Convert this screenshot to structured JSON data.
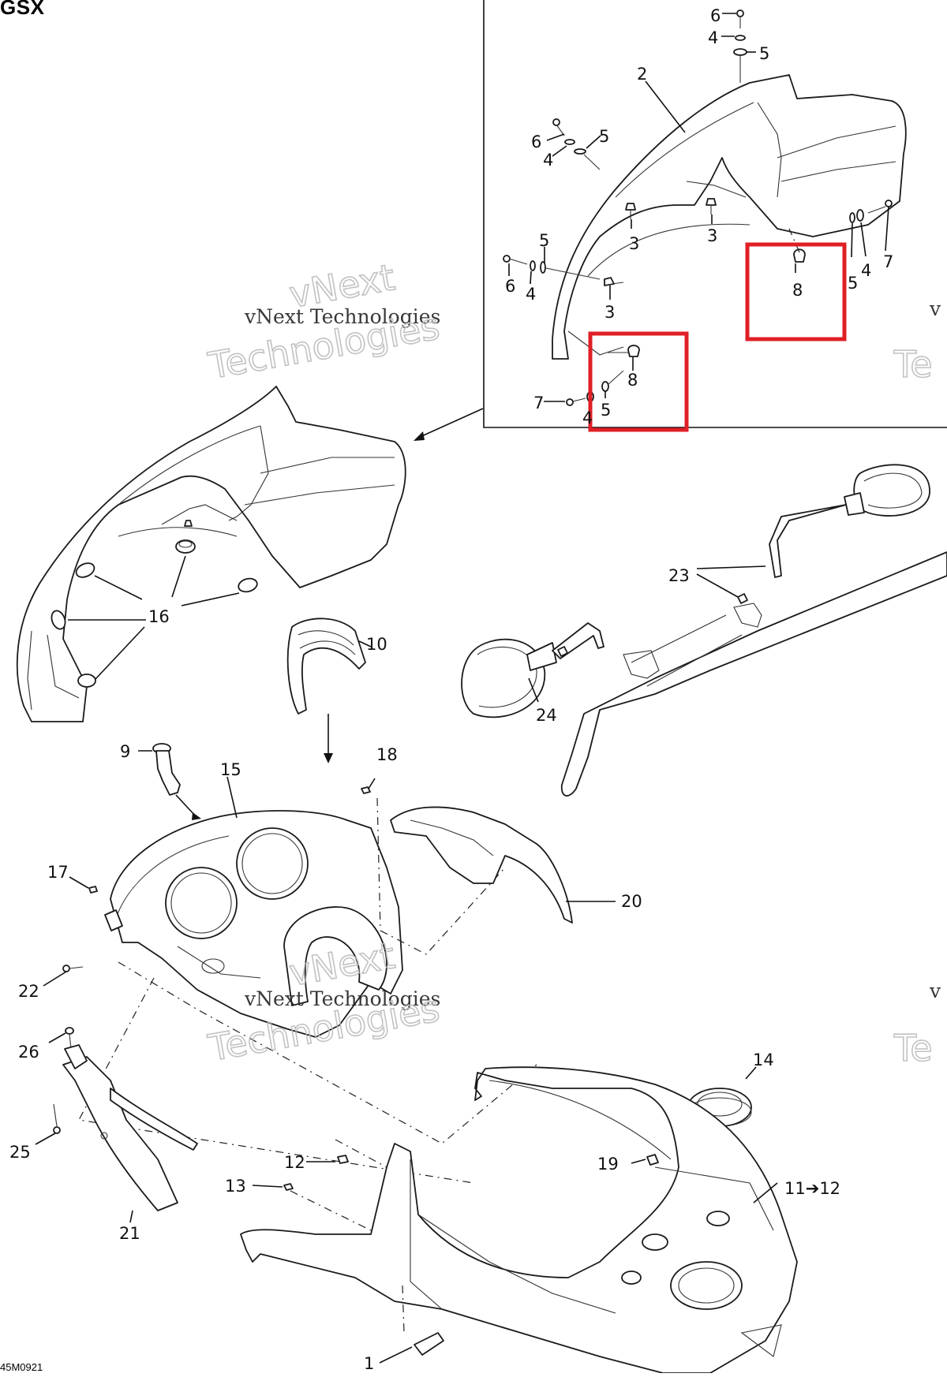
{
  "diagram": {
    "model_label": "GSX",
    "drawing_code": "45M0921",
    "watermark_line1": "vNext Technologies",
    "watermark_line2": "vNext",
    "watermark_line3": "Technologies",
    "watermark_side": "v",
    "watermark_side2": "Te",
    "callouts": [
      {
        "id": "c-6a",
        "text": "6"
      },
      {
        "id": "c-4a",
        "text": "4"
      },
      {
        "id": "c-5a",
        "text": "5"
      },
      {
        "id": "c-2",
        "text": "2"
      },
      {
        "id": "c-6b",
        "text": "6"
      },
      {
        "id": "c-5b",
        "text": "5"
      },
      {
        "id": "c-4b",
        "text": "4"
      },
      {
        "id": "c-3a",
        "text": "3"
      },
      {
        "id": "c-3b",
        "text": "3"
      },
      {
        "id": "c-7a",
        "text": "7"
      },
      {
        "id": "c-4c",
        "text": "4"
      },
      {
        "id": "c-5c",
        "text": "5"
      },
      {
        "id": "c-8a",
        "text": "8"
      },
      {
        "id": "c-5d",
        "text": "5"
      },
      {
        "id": "c-6c",
        "text": "6"
      },
      {
        "id": "c-4d",
        "text": "4"
      },
      {
        "id": "c-3c",
        "text": "3"
      },
      {
        "id": "c-8b",
        "text": "8"
      },
      {
        "id": "c-7b",
        "text": "7"
      },
      {
        "id": "c-5e",
        "text": "5"
      },
      {
        "id": "c-4e",
        "text": "4"
      },
      {
        "id": "c-16",
        "text": "16"
      },
      {
        "id": "c-10",
        "text": "10"
      },
      {
        "id": "c-23",
        "text": "23"
      },
      {
        "id": "c-24",
        "text": "24"
      },
      {
        "id": "c-9",
        "text": "9"
      },
      {
        "id": "c-15",
        "text": "15"
      },
      {
        "id": "c-18",
        "text": "18"
      },
      {
        "id": "c-17",
        "text": "17"
      },
      {
        "id": "c-20",
        "text": "20"
      },
      {
        "id": "c-22",
        "text": "22"
      },
      {
        "id": "c-26",
        "text": "26"
      },
      {
        "id": "c-25",
        "text": "25"
      },
      {
        "id": "c-21",
        "text": "21"
      },
      {
        "id": "c-14",
        "text": "14"
      },
      {
        "id": "c-12",
        "text": "12"
      },
      {
        "id": "c-13",
        "text": "13"
      },
      {
        "id": "c-19",
        "text": "19"
      },
      {
        "id": "c-11",
        "text": "11➔12"
      },
      {
        "id": "c-1",
        "text": "1"
      }
    ],
    "highlight_color": "#e01f26",
    "highlighted_parts": [
      "8",
      "8"
    ]
  }
}
